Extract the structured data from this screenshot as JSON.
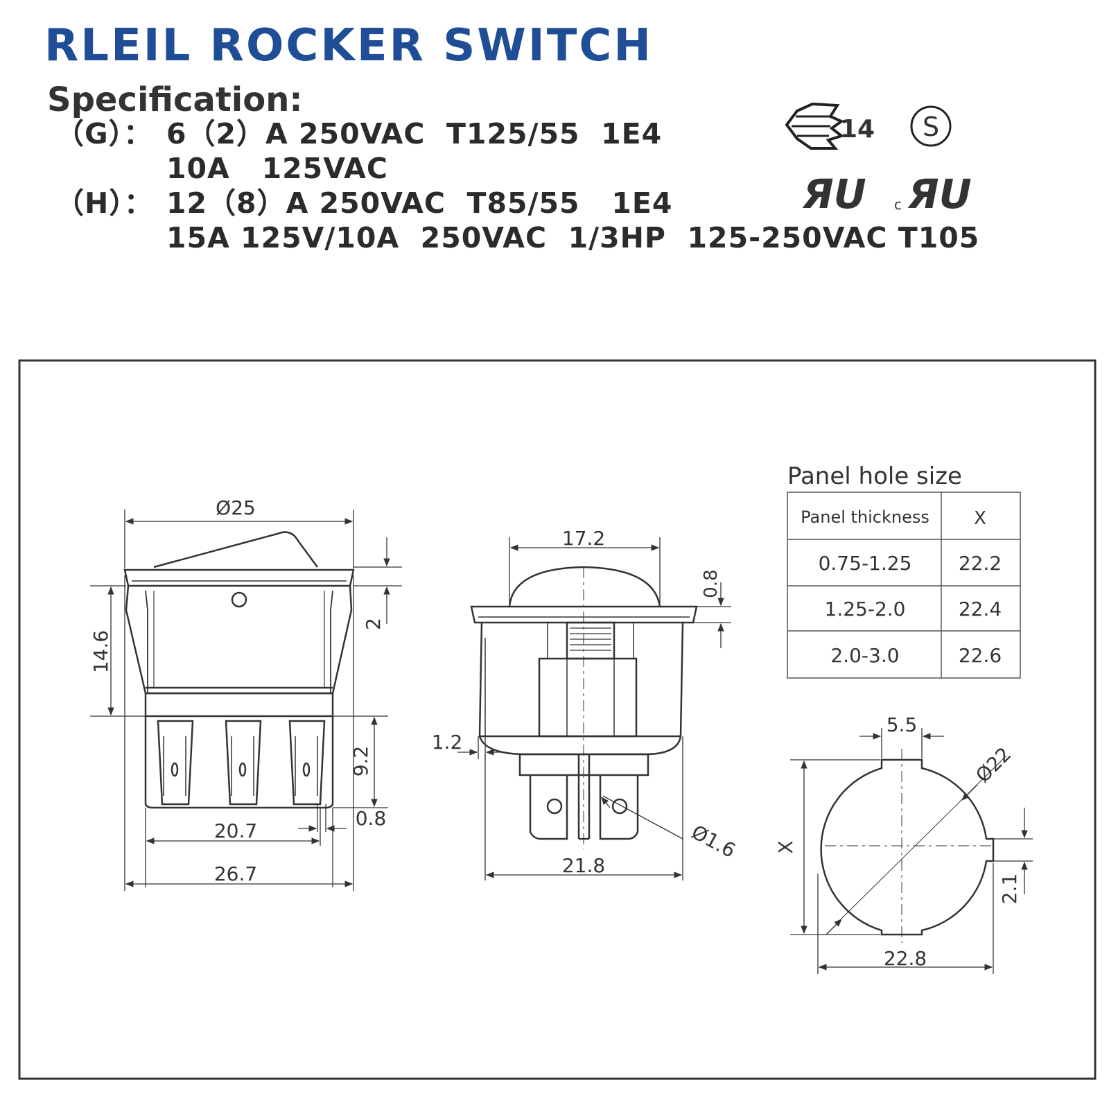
{
  "header": {
    "title": "RLEIL ROCKER SWITCH",
    "spec_label": "Specification:",
    "brand_color": "#1f4e96"
  },
  "specs": {
    "g_prefix": "（G）：",
    "g_line1": "6（2）A 250VAC  T125/55  1E4",
    "g_line2": "10A   125VAC",
    "h_prefix": "（H）：",
    "h_line1": "12（8）A 250VAC  T85/55   1E4",
    "h_line2": "15A 125V/10A  250VAC  1/3HP  125-250VAC T105"
  },
  "certifications": {
    "enec_number": "14",
    "s_mark": "S",
    "ul_mark": "ЯU",
    "cul_prefix": "c",
    "cul_mark": "ЯU",
    "icons": [
      "enec-mark-icon",
      "s-mark-icon",
      "ul-mark-icon",
      "cul-mark-icon"
    ]
  },
  "panel_table": {
    "title": "Panel hole size",
    "headers": [
      "Panel  thickness",
      "X"
    ],
    "rows": [
      [
        "0.75-1.25",
        "22.2"
      ],
      [
        "1.25-2.0",
        "22.4"
      ],
      [
        "2.0-3.0",
        "22.6"
      ]
    ]
  },
  "dimensions": {
    "side_view": {
      "top_diameter": "Ø25",
      "height": "14.6",
      "rim": "2",
      "terminal_length": "9.2",
      "terminal_thickness": "0.8",
      "terminal_span": "20.7",
      "body_width": "26.7"
    },
    "front_view": {
      "rocker_width": "17.2",
      "rim_thickness": "0.8",
      "step": "1.2",
      "hole_diameter": "Ø1.6",
      "body_width": "21.8"
    },
    "panel_cutout": {
      "notch_width": "5.5",
      "diameter": "Ø22",
      "notch_depth": "2.1",
      "width": "22.8",
      "x_label": "X"
    }
  }
}
